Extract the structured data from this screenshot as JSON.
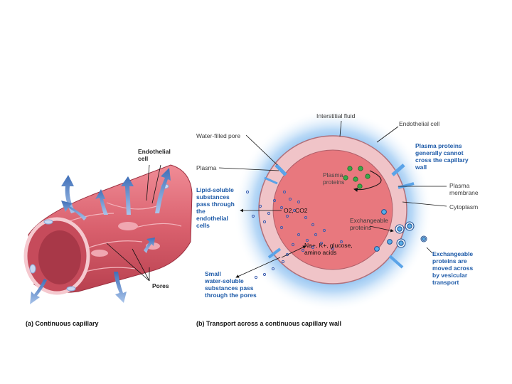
{
  "panel_a": {
    "caption": "(a)  Continuous capillary",
    "label_endothelial": "Endothelial\ncell",
    "label_pores": "Pores"
  },
  "panel_b": {
    "caption": "(b)  Transport across a continuous capillary wall",
    "interstitial_fluid": "Interstitial fluid",
    "endothelial_cell": "Endothelial cell",
    "water_filled_pore": "Water-filled pore",
    "plasma": "Plasma",
    "plasma_proteins": "Plasma\nproteins",
    "plasma_proteins_note": "Plasma proteins\ngenerally cannot\ncross the capillary\nwall",
    "plasma_membrane": "Plasma\nmembrane",
    "cytoplasm": "Cytoplasm",
    "lipid_soluble": "Lipid-soluble\nsubstances\npass through\nthe\nendothelial\ncells",
    "o2_co2": "O2, CO2",
    "exchangeable_proteins": "Exchangeable\nproteins",
    "ions": "Na+, K+, glucose,\namino acids",
    "small_water_soluble": "Small\nwater-soluble\nsubstances pass\nthrough the pores",
    "vesicular": "Exchangeable\nproteins are\nmoved across\nby vesicular\ntransport"
  },
  "colors": {
    "vessel_pink": "#e0707c",
    "lumen_pink": "#e8787e",
    "wall_pink": "#f0c4c8",
    "halo_blue": "#5aa3e8",
    "arrow_blue": "#4a78c0",
    "label_blue": "#1d5aa8",
    "protein_green": "#3aa84a"
  }
}
